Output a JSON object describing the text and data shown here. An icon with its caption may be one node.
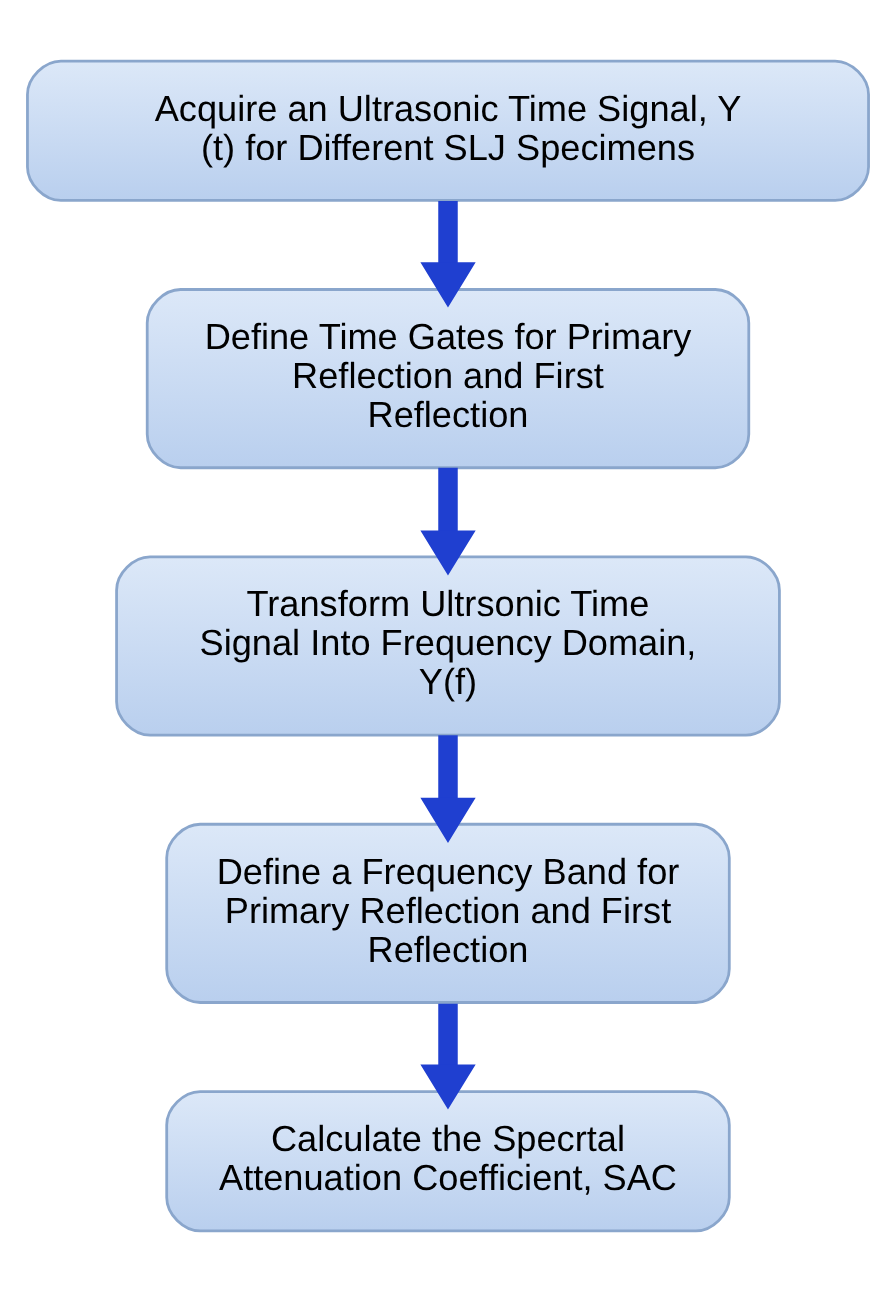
{
  "diagram": {
    "nodes": [
      {
        "text": [
          "Acquire an Ultrasonic Time Signal, Y (t) for Different SLJ Specimens"
        ]
      },
      {
        "text": [
          "Define Time Gates for Primary Reflection and First Reflection"
        ]
      },
      {
        "text": [
          "Transform Ultrsonic Time Signal Into Frequency Domain, Y(f)"
        ]
      },
      {
        "text": [
          "Define a Frequency Band for Primary Reflection and First Reflection"
        ]
      },
      {
        "text": [
          "Calculate the Specrtal Attenuation Coefficient, SAC"
        ]
      }
    ],
    "edges": [
      {
        "from": 0,
        "to": 1,
        "arrow": "to"
      },
      {
        "from": 1,
        "to": 2,
        "arrow": "to"
      },
      {
        "from": 2,
        "to": 3,
        "arrow": "to"
      },
      {
        "from": 3,
        "to": 4,
        "arrow": "to"
      }
    ]
  }
}
